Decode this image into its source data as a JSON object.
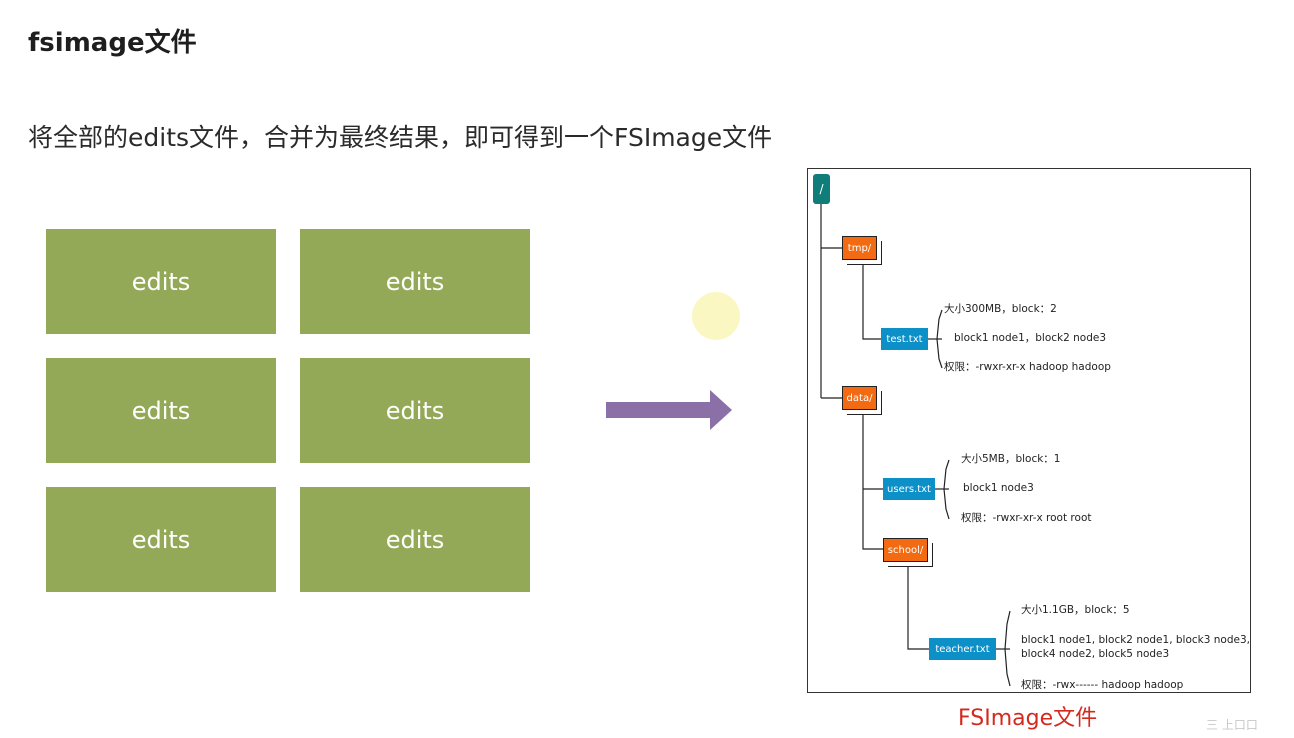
{
  "title": "fsimage文件",
  "subtitle": "将全部的edits文件，合并为最终结果，即可得到一个FSImage文件",
  "edits_boxes": [
    "edits",
    "edits",
    "edits",
    "edits",
    "edits",
    "edits"
  ],
  "colors": {
    "edits_box": "#93a957",
    "arrow": "#8b70a8",
    "root_node": "#0f7d7a",
    "dir_node": "#f26b12",
    "file_node": "#0d8fc7",
    "caption": "#d42a1e"
  },
  "tree": {
    "root": "/",
    "tmp_dir": "tmp/",
    "test_file": "test.txt",
    "test_size": "大小300MB，block：2",
    "test_blocks": "block1 node1，block2 node3",
    "test_perm": "权限：-rwxr-xr-x hadoop hadoop",
    "data_dir": "data/",
    "users_file": "users.txt",
    "users_size": "大小5MB，block：1",
    "users_blocks": "block1 node3",
    "users_perm": "权限：-rwxr-xr-x root root",
    "school_dir": "school/",
    "teacher_file": "teacher.txt",
    "teacher_size": "大小1.1GB，block：5",
    "teacher_blocks_1": "block1 node1, block2 node1, block3 node3,",
    "teacher_blocks_2": "block4 node2, block5 node3",
    "teacher_perm": "权限：-rwx------ hadoop hadoop"
  },
  "caption": "FSImage文件",
  "watermark": "三 上口口"
}
